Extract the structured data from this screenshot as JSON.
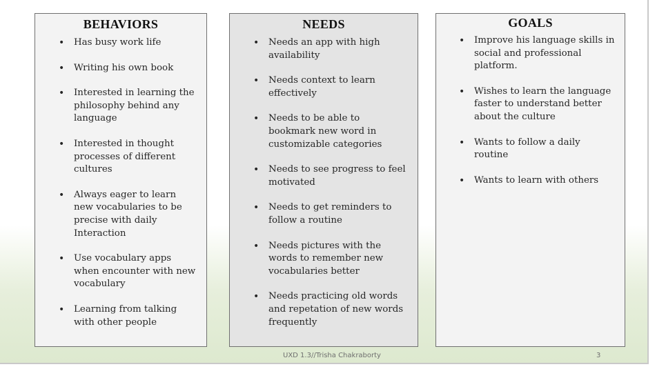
{
  "columns": {
    "behaviors": {
      "title": "BEHAVIORS",
      "items": [
        "Has busy work life",
        "Writing his own book",
        "Interested in learning the philosophy behind any language",
        "Interested in thought processes of different cultures",
        "Always eager to learn new vocabularies to be precise with daily Interaction",
        "Use vocabulary apps when encounter with new vocabulary",
        "Learning from talking with other people"
      ]
    },
    "needs": {
      "title": "NEEDS",
      "items": [
        "Needs an app with high availability",
        "Needs context to learn effectively",
        "Needs to be able to bookmark new word in customizable categories",
        "Needs to see progress to feel motivated",
        "Needs to get reminders to follow a routine",
        "Needs pictures with the words to remember new vocabularies better",
        "Needs practicing old words and repetation of new words frequently"
      ]
    },
    "goals": {
      "title": "GOALS",
      "items": [
        "Improve his language skills in social and professional platform.",
        "Wishes to learn the language faster to understand better about the culture",
        "Wants to follow a daily routine",
        "Wants to learn with others"
      ]
    }
  },
  "bullet_glyph": "•",
  "footer": {
    "text": "UXD 1.3//Trisha Chakraborty",
    "page_number": "3"
  },
  "colors": {
    "panel_light": "#f3f3f3",
    "panel_mid": "#e4e4e4",
    "slide_gradient_bottom": "#dde9cf",
    "border": "#6f6f6f"
  }
}
